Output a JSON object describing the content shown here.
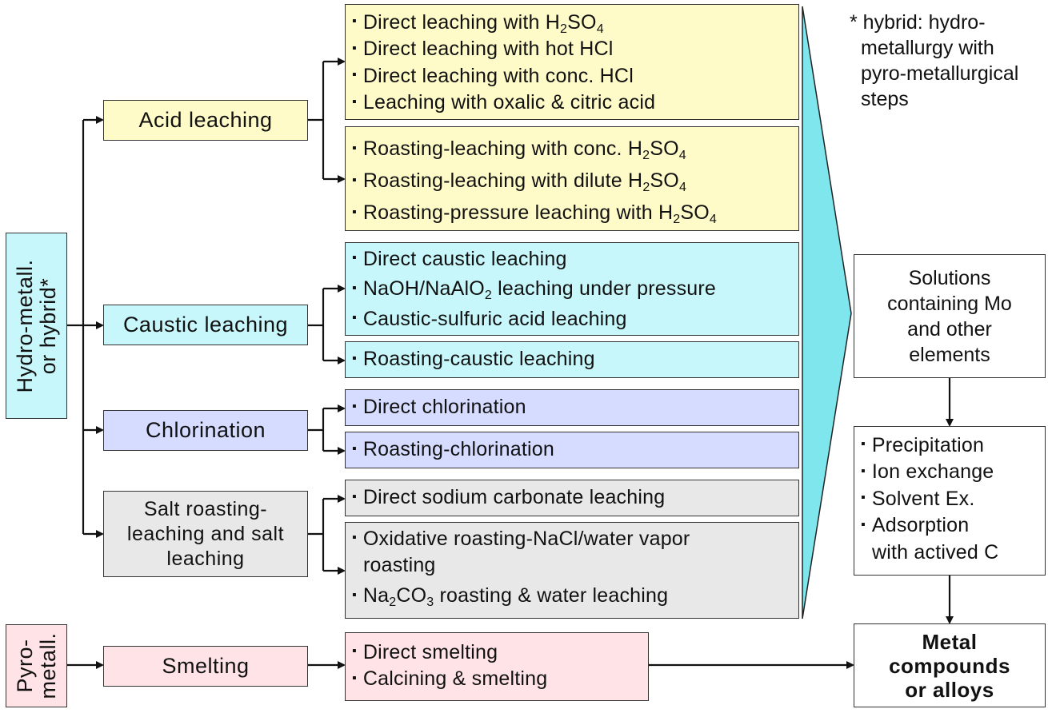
{
  "left_labels": {
    "hydro": [
      "Hydro-metall.",
      "or hybrid*"
    ],
    "pyro": [
      "Pyro-",
      "metall."
    ]
  },
  "categories": {
    "acid": "Acid leaching",
    "caustic": "Caustic leaching",
    "chlorination": "Chlorination",
    "salt": [
      "Salt roasting-",
      "leaching and salt",
      "leaching"
    ],
    "smelting": "Smelting"
  },
  "methods": {
    "acid_direct": [
      {
        "pre": "Direct leaching with H",
        "sub1": "2",
        "mid": "SO",
        "sub2": "4",
        "post": ""
      },
      {
        "pre": "Direct leaching with hot HCl"
      },
      {
        "pre": "Direct leaching with conc. HCl"
      },
      {
        "pre": "Leaching with oxalic & citric acid"
      }
    ],
    "acid_roasting": [
      {
        "pre": "Roasting-leaching with conc. H",
        "sub1": "2",
        "mid": "SO",
        "sub2": "4",
        "post": ""
      },
      {
        "pre": "Roasting-leaching with dilute H",
        "sub1": "2",
        "mid": "SO",
        "sub2": "4",
        "post": ""
      },
      {
        "pre": "Roasting-pressure leaching with H",
        "sub1": "2",
        "mid": "SO",
        "sub2": "4",
        "post": ""
      }
    ],
    "caustic_direct": [
      {
        "pre": "Direct caustic leaching"
      },
      {
        "pre": "NaOH/NaAlO",
        "sub1": "2",
        "mid": " leaching under pressure"
      },
      {
        "pre": "Caustic-sulfuric acid leaching"
      }
    ],
    "caustic_roasting": [
      {
        "pre": "Roasting-caustic leaching"
      }
    ],
    "chlor_direct": [
      {
        "pre": "Direct chlorination"
      }
    ],
    "chlor_roasting": [
      {
        "pre": "Roasting-chlorination"
      }
    ],
    "salt_direct": [
      {
        "pre": "Direct sodium carbonate leaching"
      }
    ],
    "salt_roasting": {
      "item1": [
        "Oxidative roasting-NaCl/water vapor",
        "roasting"
      ],
      "item2": {
        "pre": "Na",
        "sub1": "2",
        "mid": "CO",
        "sub2": "3",
        "post": " roasting & water leaching"
      }
    },
    "smelting": [
      {
        "pre": "Direct smelting"
      },
      {
        "pre": "Calcining & smelting"
      }
    ]
  },
  "outputs": {
    "solutions": [
      "Solutions",
      "containing Mo",
      "and other",
      "elements"
    ],
    "separation": [
      "Precipitation",
      "Ion exchange",
      "Solvent Ex.",
      "Adsorption"
    ],
    "separation_cont": "with actived C",
    "metal": [
      "Metal",
      "compounds",
      "or alloys"
    ]
  },
  "note": [
    "* hybrid: hydro-",
    "metallurgy with",
    "pyro-metallurgical",
    "steps"
  ],
  "bullet_glyph": "▪",
  "colors": {
    "yellow": "#fffbc8",
    "cyan": "#c8f7fb",
    "blue": "#d6dcff",
    "gray": "#e8e8e8",
    "pink": "#ffe3e6",
    "arrow_band": "#7fe6ee"
  }
}
